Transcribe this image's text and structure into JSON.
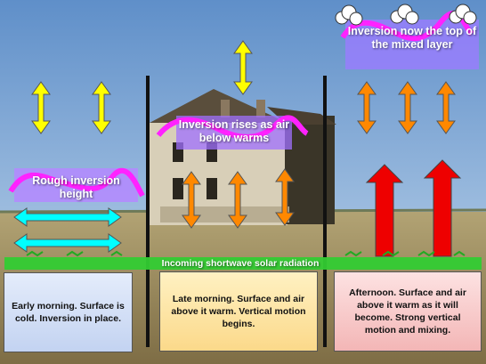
{
  "labels": {
    "rough_inversion": "Rough inversion height",
    "inversion_rises": "Inversion rises as air below warms",
    "inversion_top": "Inversion now the top of the mixed layer",
    "solar_radiation": "Incoming shortwave solar radiation"
  },
  "panels": {
    "early": "Early morning. Surface is cold. Inversion in place.",
    "late": "Late morning. Surface and air above it warm. Vertical motion begins.",
    "afternoon": "Afternoon. Surface and air above it warm as it will become. Strong vertical motion and mixing."
  },
  "colors": {
    "sky_top": "#5f8fc9",
    "sky_bottom": "#bcd3ea",
    "ground": "#9c8a5c",
    "inversion_line": "#ff22ff",
    "label_box": "#b488ff",
    "yellow_arrow": "#ffff00",
    "orange_arrow": "#ff8800",
    "red_arrow": "#ee0000",
    "cyan_arrow": "#00ffff",
    "solar_band": "#33cc33",
    "panel_early": "#cfdcf5",
    "panel_late": "#fde8a8",
    "panel_afternoon": "#f7c6c6"
  },
  "icons": [
    "cloud-icon",
    "double-arrow-icon",
    "horizontal-arrow-icon",
    "upward-arrow-icon",
    "house-image"
  ]
}
